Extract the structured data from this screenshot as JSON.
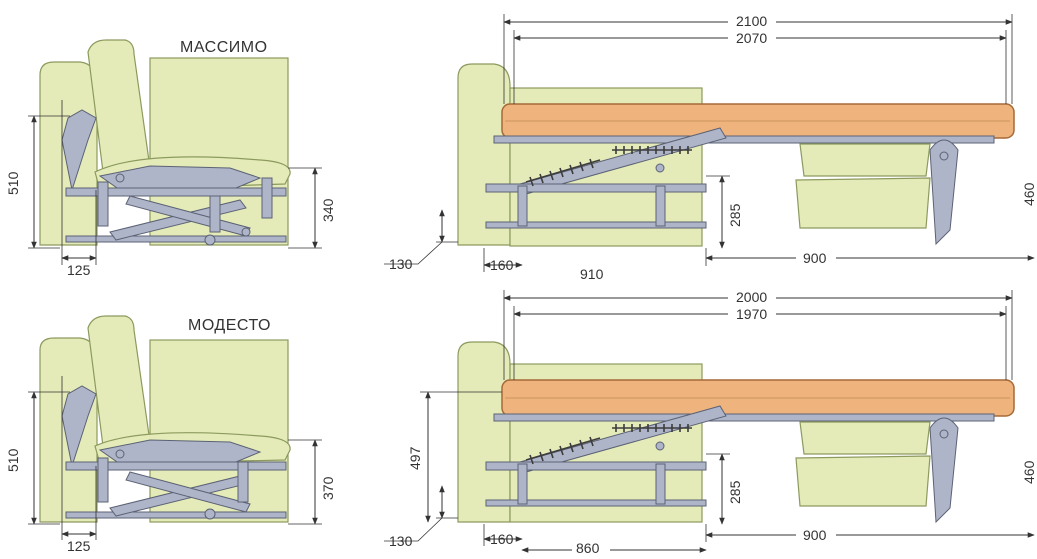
{
  "colors": {
    "upholstery": "#E4EBB8",
    "upholstery_stroke": "#8C9A5E",
    "mattress": "#EFB47E",
    "mattress_stroke": "#A56A38",
    "metal": "#AFB5C9",
    "metal_stroke": "#5C6275",
    "spring": "#3C3C3C",
    "dim_line": "#333333"
  },
  "models": [
    {
      "title": "МАССИМО",
      "side": {
        "seat_height": "510",
        "frame_height": "340",
        "depth_offset": "125"
      },
      "unfolded": {
        "total_length": "2100",
        "sleep_length": "2070",
        "arm_width": "160",
        "base_width": "910",
        "leg_height": "130",
        "frame_height": "285",
        "ottoman_length": "900",
        "ottoman_height": "460",
        "mattress_height": ""
      }
    },
    {
      "title": "МОДЕСТО",
      "side": {
        "seat_height": "510",
        "frame_height": "370",
        "depth_offset": "125"
      },
      "unfolded": {
        "total_length": "2000",
        "sleep_length": "1970",
        "arm_width": "160",
        "base_width": "860",
        "leg_height": "130",
        "frame_height": "285",
        "ottoman_length": "900",
        "ottoman_height": "460",
        "mattress_height": "497"
      }
    }
  ]
}
